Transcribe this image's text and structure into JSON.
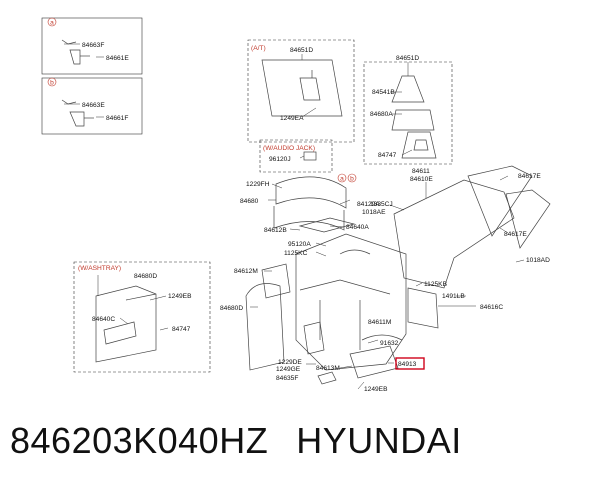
{
  "labels": {
    "c1": "84663F",
    "c2": "84661E",
    "c3": "84663E",
    "c4": "84661F",
    "at": "84651D",
    "at2": "1249EA",
    "k1": "84651D",
    "k2": "84541B",
    "k3": "84680A",
    "k4": "84747",
    "j1": "96120J",
    "m1": "1229FH",
    "m2": "84680",
    "m3": "84129A",
    "m4": "1018AE",
    "m5": "84612B",
    "m6": "84640A",
    "m7": "95120A",
    "m8": "1125KC",
    "m9": "84612M",
    "m10": "84680D",
    "m11": "84613M",
    "m12": "1229DE",
    "m13": "1249GE",
    "m14": "84635F",
    "m15": "91632",
    "m16": "84611M",
    "m17": "84913",
    "m18": "1249EB",
    "r1": "84611",
    "r2": "84610E",
    "r3": "1335CJ",
    "r4": "84617E",
    "r5": "84617E",
    "r6": "1018AD",
    "r7": "1125KB",
    "r8": "1491LB",
    "r9": "84616C",
    "w1": "84680D",
    "w2": "1249EB",
    "w3": "84640C",
    "w4": "84747"
  },
  "section_tags": {
    "a_top": "a",
    "b_mid": "b",
    "at_box": "(A/T)",
    "audio_box": "(W/AUDIO JACK)",
    "ashtray_box": "(W/ASHTRAY)",
    "ab_a": "a",
    "ab_b": "b"
  },
  "footer": {
    "part_number": "846203K040HZ",
    "brand": "HYUNDAI"
  },
  "colors": {
    "highlight": "#d0021b",
    "tag": "#c0392b"
  }
}
